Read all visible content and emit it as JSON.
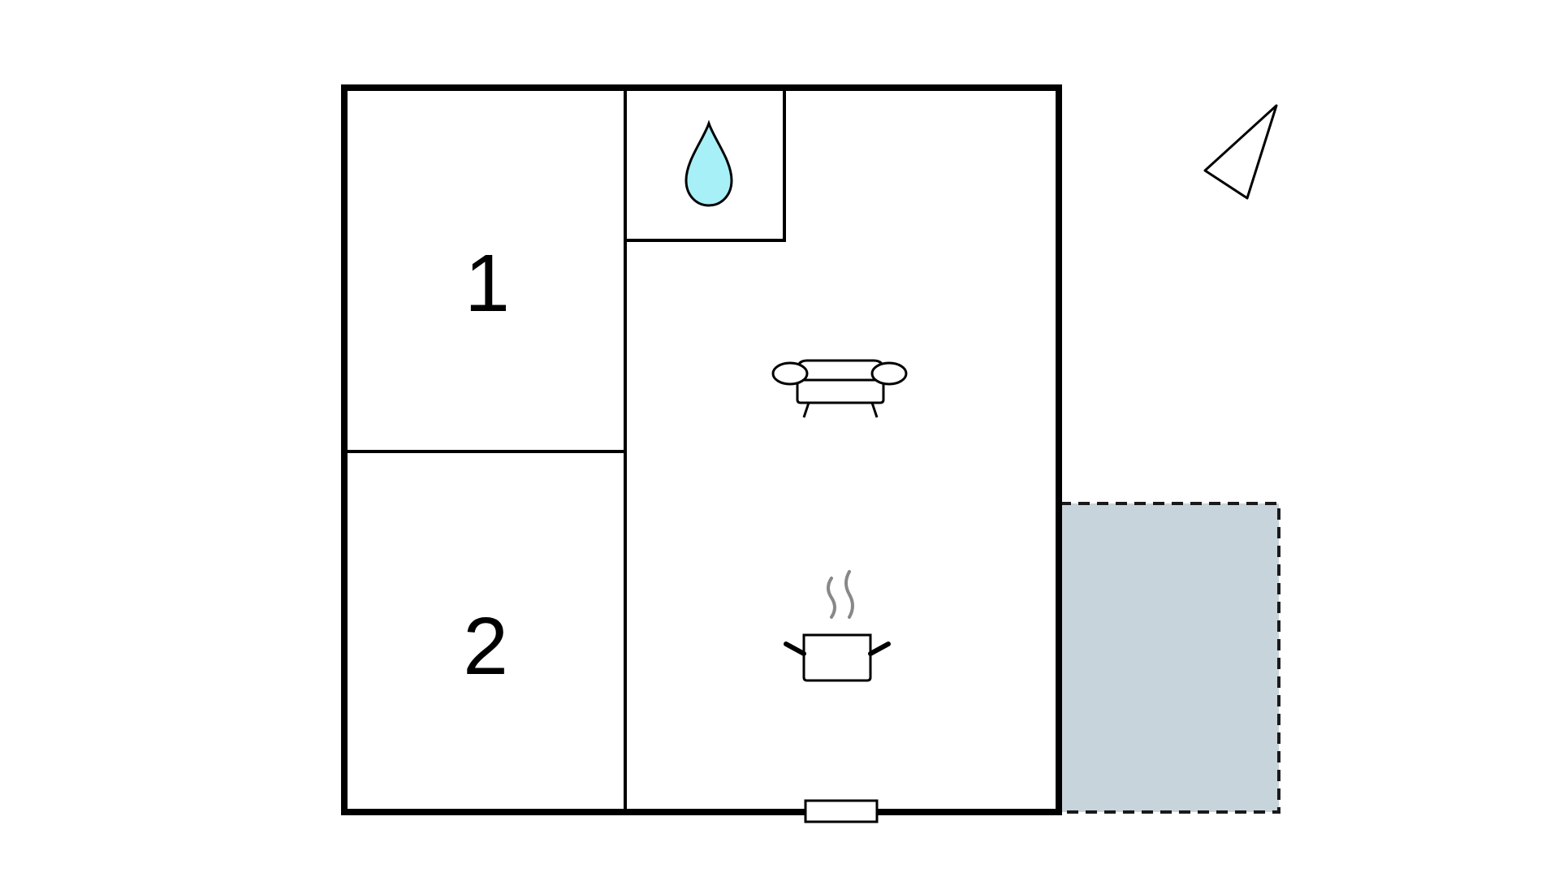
{
  "floorplan": {
    "rooms": [
      {
        "id": "bedroom-1",
        "label": "1"
      },
      {
        "id": "bedroom-2",
        "label": "2"
      },
      {
        "id": "bathroom",
        "label": "",
        "icon": "water-drop-icon"
      },
      {
        "id": "living-area",
        "label": "",
        "icons": [
          "sofa-icon",
          "cooking-pot-icon"
        ]
      }
    ],
    "terrace": {
      "style": "dashed-outline",
      "fill": "#c8d4db"
    },
    "entrance": "door-icon",
    "compass": "north-arrow-icon"
  },
  "colors": {
    "wall": "#000000",
    "background": "#ffffff",
    "water_drop": "#a8f0f8",
    "terrace": "#c8d4db",
    "steam": "#888888"
  }
}
